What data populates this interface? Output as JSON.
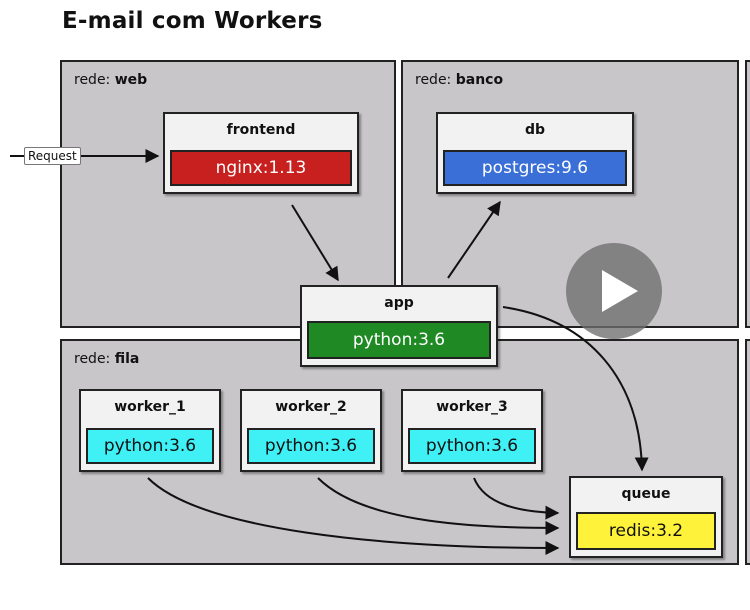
{
  "title": "E-mail com Workers",
  "networks": {
    "web": {
      "prefix": "rede: ",
      "name": "web"
    },
    "banco": {
      "prefix": "rede: ",
      "name": "banco"
    },
    "fila": {
      "prefix": "rede: ",
      "name": "fila"
    }
  },
  "request_label": "Request",
  "services": {
    "frontend": {
      "name": "frontend",
      "image": "nginx:1.13",
      "color": "#c8201e",
      "text_color": "#ffffff"
    },
    "db": {
      "name": "db",
      "image": "postgres:9.6",
      "color": "#3a6fd8",
      "text_color": "#ffffff"
    },
    "app": {
      "name": "app",
      "image": "python:3.6",
      "color": "#1f8a24",
      "text_color": "#ffffff"
    },
    "worker_1": {
      "name": "worker_1",
      "image": "python:3.6",
      "color": "#3ff0f5",
      "text_color": "#111111"
    },
    "worker_2": {
      "name": "worker_2",
      "image": "python:3.6",
      "color": "#3ff0f5",
      "text_color": "#111111"
    },
    "worker_3": {
      "name": "worker_3",
      "image": "python:3.6",
      "color": "#3ff0f5",
      "text_color": "#111111"
    },
    "queue": {
      "name": "queue",
      "image": "redis:3.2",
      "color": "#fff23a",
      "text_color": "#111111"
    }
  },
  "colors": {
    "zone_bg": "#c8c6c9",
    "box_bg": "#f2f2f2",
    "play_overlay": "#6e6e6e"
  },
  "icons": {
    "play": "play-icon"
  }
}
